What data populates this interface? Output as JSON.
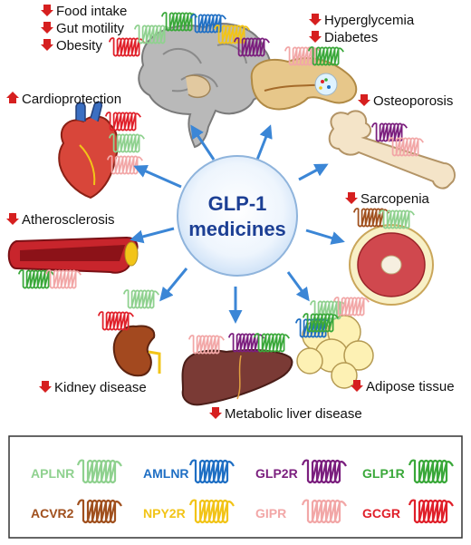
{
  "center": {
    "line1": "GLP-1",
    "line2": "medicines"
  },
  "organs": {
    "brain": {
      "effects": [
        {
          "dir": "down",
          "text": "Food intake"
        },
        {
          "dir": "down",
          "text": "Gut motility"
        },
        {
          "dir": "down",
          "text": "Obesity"
        }
      ]
    },
    "pancreas": {
      "effects": [
        {
          "dir": "down",
          "text": "Hyperglycemia"
        },
        {
          "dir": "down",
          "text": "Diabetes"
        }
      ]
    },
    "heart": {
      "effects": [
        {
          "dir": "up",
          "text": "Cardioprotection"
        }
      ]
    },
    "bone": {
      "effects": [
        {
          "dir": "down",
          "text": "Osteoporosis"
        }
      ]
    },
    "muscle": {
      "effects": [
        {
          "dir": "down",
          "text": "Sarcopenia"
        }
      ]
    },
    "artery": {
      "effects": [
        {
          "dir": "down",
          "text": "Atherosclerosis"
        }
      ]
    },
    "kidney": {
      "effects": [
        {
          "dir": "down",
          "text": "Kidney disease"
        }
      ]
    },
    "liver": {
      "effects": [
        {
          "dir": "down",
          "text": "Metabolic liver disease"
        }
      ]
    },
    "adipose": {
      "effects": [
        {
          "dir": "down",
          "text": "Adipose tissue"
        }
      ]
    }
  },
  "legend": [
    {
      "name": "APLNR",
      "color": "#8fd18f"
    },
    {
      "name": "AMLNR",
      "color": "#1f6fc4"
    },
    {
      "name": "GLP2R",
      "color": "#7b1f7e"
    },
    {
      "name": "GLP1R",
      "color": "#3aa83a"
    },
    {
      "name": "ACVR2",
      "color": "#a0501e"
    },
    {
      "name": "NPY2R",
      "color": "#f2c418"
    },
    {
      "name": "GIPR",
      "color": "#f2a7a7"
    },
    {
      "name": "GCGR",
      "color": "#e0202a"
    }
  ],
  "colors": {
    "arrow": "#3b86d6",
    "up_down_arrow": "#d61f1f",
    "center_text": "#1c3f94"
  }
}
